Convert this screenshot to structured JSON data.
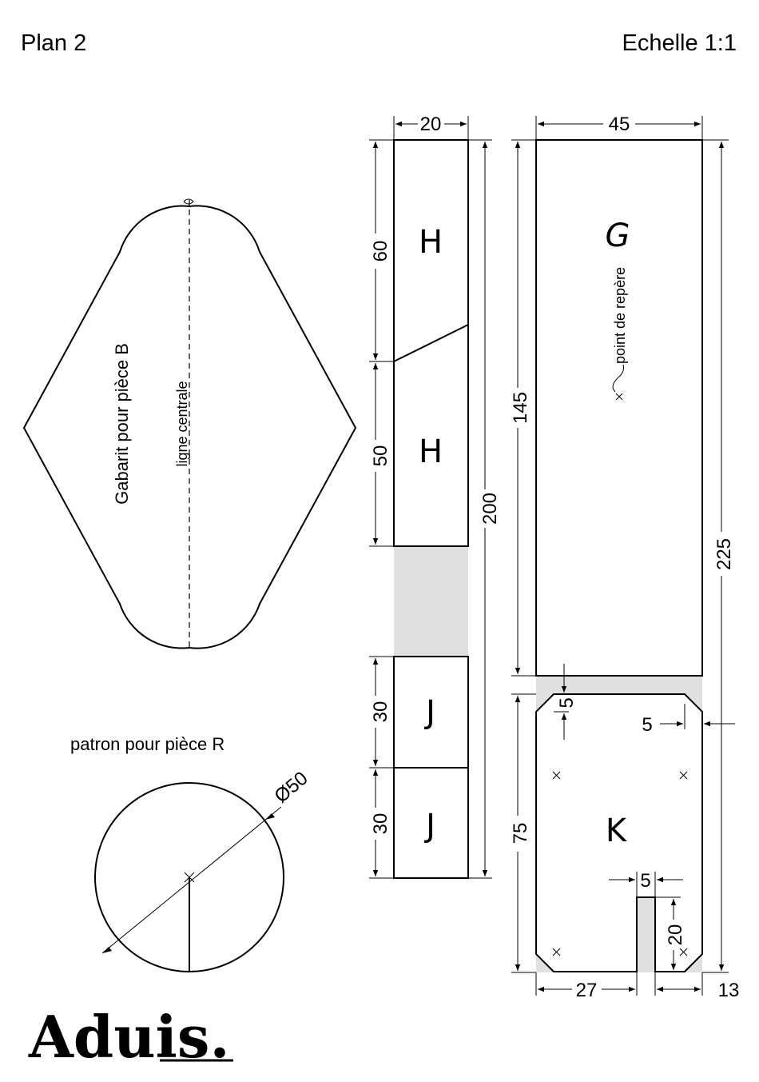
{
  "header": {
    "plan": "Plan 2",
    "scale": "Echelle 1:1"
  },
  "labels": {
    "gabarit": "Gabarit pour pièce B",
    "ligne_centrale": "ligne centrale",
    "patron": "patron pour pièce R",
    "point_repere": "point de repère",
    "diameter": "Ø50"
  },
  "pieces": {
    "h1": "H",
    "h2": "H",
    "j1": "J",
    "j2": "J",
    "g": "G",
    "k": "K"
  },
  "dimensions": {
    "strip_width": "20",
    "h_upper": "60",
    "h_lower": "50",
    "j_upper": "30",
    "j_lower": "30",
    "strip_total": "200",
    "g_width": "45",
    "g_height": "145",
    "total_height": "225",
    "k_chamfer_v": "5",
    "k_chamfer_h": "5",
    "k_height": "75",
    "slot_width": "5",
    "slot_depth": "20",
    "k_left": "27",
    "k_right": "13"
  },
  "logo": {
    "text": "Aduis."
  },
  "colors": {
    "fill_gray": "#e0e0e0",
    "ink": "#000000"
  }
}
